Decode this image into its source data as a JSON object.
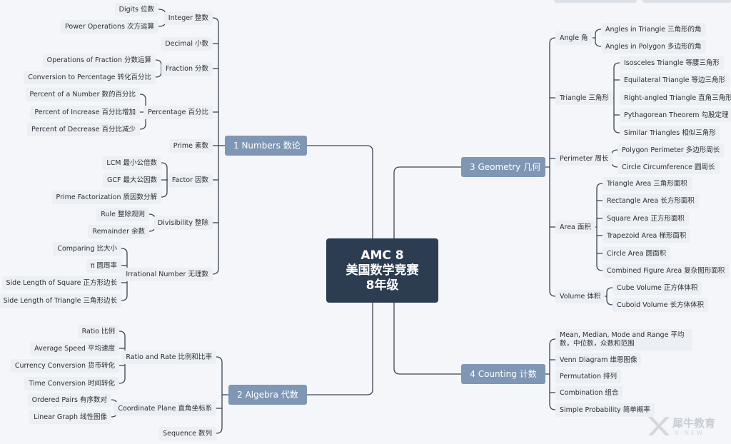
{
  "root": {
    "lines": [
      "AMC 8",
      "美国数学竞赛",
      "8年级"
    ]
  },
  "numbers": {
    "label": "1 Numbers 数论",
    "integer": {
      "label": "Integer 整数",
      "children": [
        "Digits 位数",
        "Power Operations 次方运算"
      ]
    },
    "decimal": {
      "label": "Decimal 小数"
    },
    "fraction": {
      "label": "Fraction 分数",
      "children": [
        "Operations of Fraction 分数运算",
        "Conversion to Percentage 转化百分比"
      ]
    },
    "percentage": {
      "label": "Percentage 百分比",
      "children": [
        "Percent of a Number 数的百分比",
        "Percent of Increase 百分比增加",
        "Percent of Decrease 百分比减少"
      ]
    },
    "prime": {
      "label": "Prime 素数"
    },
    "factor": {
      "label": "Factor 因数",
      "children": [
        "LCM 最小公倍数",
        "GCF 最大公因数",
        "Prime Factorization 质因数分解"
      ]
    },
    "divisibility": {
      "label": "Divisibility 整除",
      "children": [
        "Rule 整除规则",
        "Remainder 余数"
      ]
    },
    "irrational": {
      "label": "Irrational Number 无理数",
      "children": [
        "Comparing 比大小",
        "π 圆周率",
        "Side Length of Square 正方形边长",
        "Side Length of Triangle 三角形边长"
      ]
    }
  },
  "algebra": {
    "label": "2 Algebra 代数",
    "ratio": {
      "label": "Ratio and Rate 比例和比率",
      "children": [
        "Ratio 比例",
        "Average Speed 平均速度",
        "Currency Conversion 货币转化",
        "Time Conversion 时间转化"
      ]
    },
    "coordinate": {
      "label": "Coordinate Plane 直角坐标系",
      "children": [
        "Ordered Pairs 有序数对",
        "Linear Graph 线性图像"
      ]
    },
    "sequence": {
      "label": "Sequence 数列"
    }
  },
  "geometry": {
    "label": "3 Geometry 几何",
    "angle": {
      "label": "Angle 角",
      "children": [
        "Angles in Triangle 三角形的角",
        "Angles in Polygon 多边形的角"
      ]
    },
    "triangle": {
      "label": "Triangle 三角形",
      "children": [
        "Isosceles Triangle 等腰三角形",
        "Equilateral Triangle 等边三角形",
        "Right-angled Triangle 直角三角形",
        "Pythagorean Theorem 勾股定理",
        "Similar Triangles 相似三角形"
      ]
    },
    "perimeter": {
      "label": "Perimeter 周长",
      "children": [
        "Polygon Perimeter 多边形周长",
        "Circle Circumference 圆周长"
      ]
    },
    "area": {
      "label": "Area 面积",
      "children": [
        "Triangle Area 三角形面积",
        "Rectangle Area 长方形面积",
        "Square Area 正方形面积",
        "Trapezoid Area 梯形面积",
        "Circle Area 圆面积",
        "Combined Figure Area 复杂图形面积"
      ]
    },
    "volume": {
      "label": "Volume 体积",
      "children": [
        "Cube Volume 正方体体积",
        "Cuboid Volume 长方体体积"
      ]
    }
  },
  "counting": {
    "label": "4 Counting 计数",
    "children": [
      "Mean, Median, Mode and Range 平均数，中位数，众数和范围",
      "Venn Diagram 维恩图像",
      "Permutation 排列",
      "Combination 组合",
      "Simple Probability 简单概率"
    ]
  },
  "watermark": {
    "brand": "犀牛教育",
    "sub": "X-NEW"
  },
  "colors": {
    "root": "#2c3d51",
    "branch": "#7f97b4",
    "leaf": "#eceff3",
    "line": "#3a4656"
  }
}
